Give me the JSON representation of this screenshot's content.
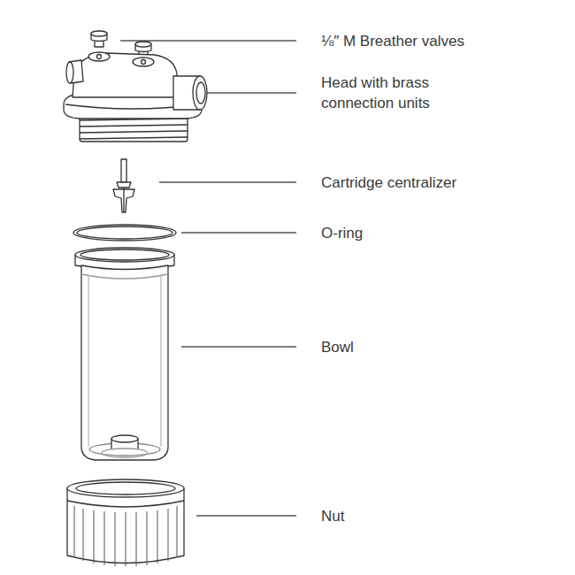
{
  "diagram": {
    "labels": [
      "⅛″ M Breather valves",
      "Head with brass connection units",
      "Cartridge centralizer",
      "O-ring",
      "Bowl",
      "Nut"
    ]
  }
}
